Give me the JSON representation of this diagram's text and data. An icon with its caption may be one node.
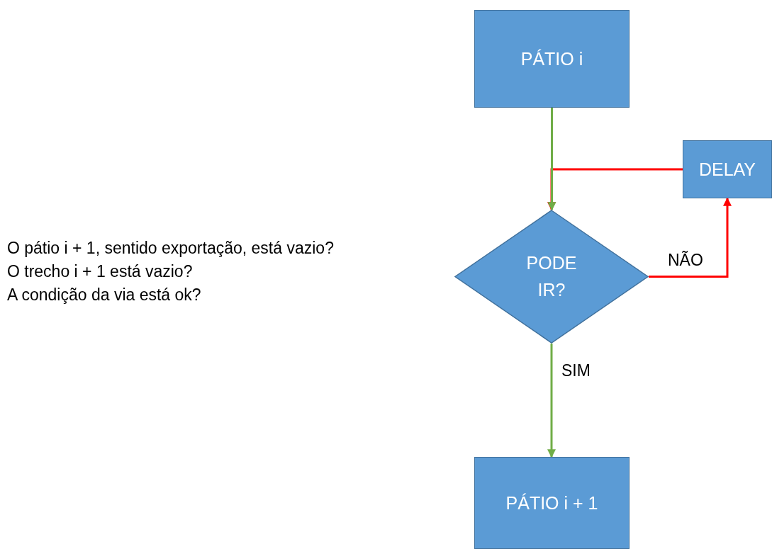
{
  "diagram": {
    "nodes": [
      {
        "text": [
          "PÁTIO i"
        ]
      },
      {
        "text": [
          "PODE IR?"
        ]
      },
      {
        "text": [
          "DELAY"
        ]
      },
      {
        "text": [
          "PÁTIO i + 1"
        ]
      }
    ],
    "edges": [
      {
        "from": 0,
        "to": 1,
        "arrow": "to",
        "color": "#70ad47"
      },
      {
        "from": 2,
        "to": 1,
        "arrow": "to",
        "color": "#ff0000"
      },
      {
        "from": 1,
        "to": 2,
        "arrow": "to",
        "label": "NÃO",
        "color": "#ff0000"
      },
      {
        "from": 1,
        "to": 3,
        "arrow": "to",
        "label": "SIM",
        "color": "#70ad47"
      }
    ],
    "labels": [
      "O pátio i + 1, sentido exportação, está vazio?",
      "O trecho i + 1 está vazio?",
      "A condição da via está ok?"
    ]
  }
}
